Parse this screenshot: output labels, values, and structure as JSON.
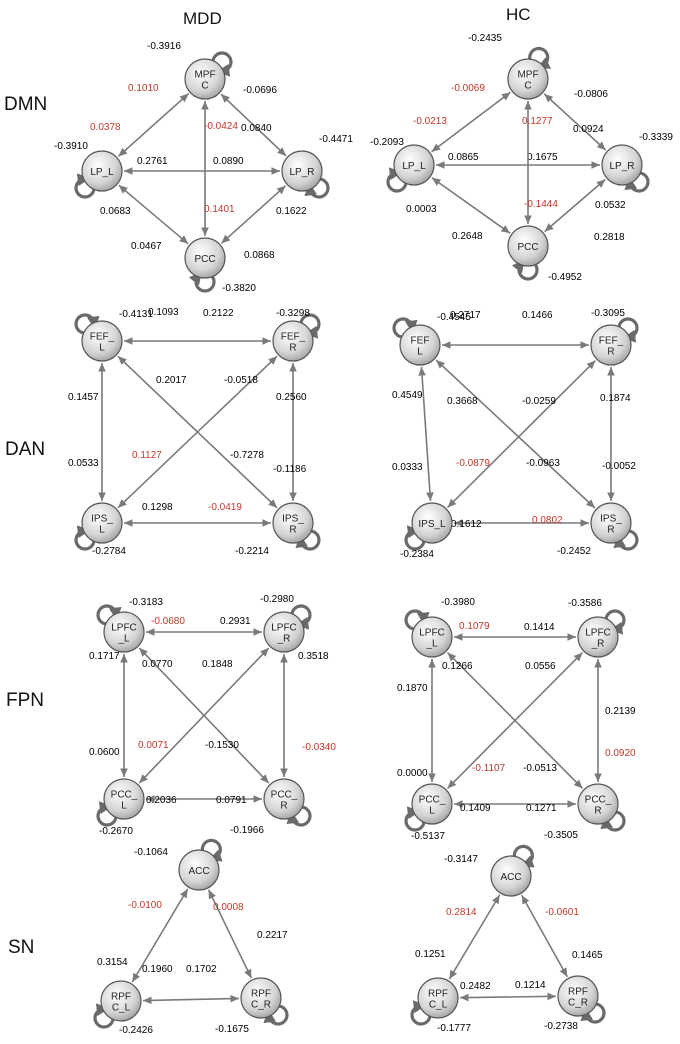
{
  "colors": {
    "positive_highlight": "#c0392b",
    "normal": "#000000",
    "edge": "#7a7a7a",
    "node_fill": "#d9d9d9"
  },
  "groups": {
    "left": "MDD",
    "right": "HC"
  },
  "networks": [
    {
      "name": "DMN",
      "panels": [
        {
          "group": "MDD",
          "nodes": [
            {
              "id": "MPFC",
              "lines": [
                "MPF",
                "C"
              ],
              "self": "-0.3916"
            },
            {
              "id": "LPL",
              "lines": [
                "LP_L"
              ],
              "self": "-0.3910"
            },
            {
              "id": "LPR",
              "lines": [
                "LP_R"
              ],
              "self": "-0.4471"
            },
            {
              "id": "PCC",
              "lines": [
                "PCC"
              ],
              "self": "-0.3820"
            }
          ],
          "edges": [
            {
              "a": "LPL",
              "b": "MPFC",
              "ab": "0.0378",
              "ab_red": true,
              "ba": "0.1010",
              "ba_red": true
            },
            {
              "a": "MPFC",
              "b": "LPR",
              "ab": "-0.0696",
              "ba": "0.0840"
            },
            {
              "a": "LPL",
              "b": "LPR",
              "ab": "0.2761",
              "ba": "0.0890"
            },
            {
              "a": "MPFC",
              "b": "PCC",
              "ab": "-0.0424",
              "ab_red": true,
              "ba": "0.1401",
              "ba_red": true
            },
            {
              "a": "LPL",
              "b": "PCC",
              "ab": "0.0683",
              "ba": "0.0467"
            },
            {
              "a": "LPR",
              "b": "PCC",
              "ab": "0.1622",
              "ba": "0.0868"
            }
          ]
        },
        {
          "group": "HC",
          "nodes": [
            {
              "id": "MPFC",
              "lines": [
                "MPF",
                "C"
              ],
              "self": "-0.2435"
            },
            {
              "id": "LPL",
              "lines": [
                "LP_L"
              ],
              "self": "-0.2093"
            },
            {
              "id": "LPR",
              "lines": [
                "LP_R"
              ],
              "self": "-0.3339"
            },
            {
              "id": "PCC",
              "lines": [
                "PCC"
              ],
              "self": "-0.4952"
            }
          ],
          "edges": [
            {
              "a": "LPL",
              "b": "MPFC",
              "ab": "-0.0213",
              "ab_red": true,
              "ba": "-0.0069",
              "ba_red": true
            },
            {
              "a": "MPFC",
              "b": "LPR",
              "ab": "-0.0806",
              "ba": "0.0924"
            },
            {
              "a": "LPL",
              "b": "LPR",
              "ab": "0.0865",
              "ba": "0.1675"
            },
            {
              "a": "MPFC",
              "b": "PCC",
              "ab": "0.1277",
              "ab_red": true,
              "ba": "-0.1444",
              "ba_red": true
            },
            {
              "a": "LPL",
              "b": "PCC",
              "ab": "0.0003",
              "ba": "0.2648"
            },
            {
              "a": "LPR",
              "b": "PCC",
              "ab": "0.0532",
              "ba": "0.2818"
            }
          ]
        }
      ]
    },
    {
      "name": "DAN",
      "panels": [
        {
          "group": "MDD",
          "nodes": [
            {
              "id": "TL",
              "lines": [
                "FEF_",
                "L"
              ],
              "self": "-0.4131"
            },
            {
              "id": "TR",
              "lines": [
                "FEF_",
                "R"
              ],
              "self": "-0.3298"
            },
            {
              "id": "BL",
              "lines": [
                "IPS_",
                "L"
              ],
              "self": "-0.2784"
            },
            {
              "id": "BR",
              "lines": [
                "IPS_",
                "R"
              ],
              "self": "-0.2214"
            }
          ],
          "edges": [
            {
              "a": "TL",
              "b": "TR",
              "ab": "0.1093",
              "ba": "0.2122"
            },
            {
              "a": "TL",
              "b": "BL",
              "ab": "0.1457",
              "ba": "0.0533"
            },
            {
              "a": "TR",
              "b": "BR",
              "ab": "0.2560",
              "ba": "-0.1186"
            },
            {
              "a": "BL",
              "b": "BR",
              "ab": "0.1298",
              "ba": "-0.0419",
              "ba_red": true
            },
            {
              "a": "TL",
              "b": "BR",
              "ab": "0.2017",
              "ba": "-0.7278"
            },
            {
              "a": "TR",
              "b": "BL",
              "ab": "-0.0518",
              "ba": "0.1127",
              "ba_red": true
            }
          ]
        },
        {
          "group": "HC",
          "nodes": [
            {
              "id": "TL",
              "lines": [
                "FEF",
                "L"
              ],
              "self": "-0.4545"
            },
            {
              "id": "TR",
              "lines": [
                "FEF_",
                "R"
              ],
              "self": "-0.3095"
            },
            {
              "id": "BL",
              "lines": [
                "IPS_L"
              ],
              "self": "-0.2384"
            },
            {
              "id": "BR",
              "lines": [
                "IPS_",
                "R"
              ],
              "self": "-0.2452"
            }
          ],
          "edges": [
            {
              "a": "TL",
              "b": "TR",
              "ab": "0.2717",
              "ba": "0.1466"
            },
            {
              "a": "TL",
              "b": "BL",
              "ab": "0.4549",
              "ba": "0.0333"
            },
            {
              "a": "TR",
              "b": "BR",
              "ab": "0.1874",
              "ba": "-0.0052"
            },
            {
              "a": "BL",
              "b": "BR",
              "ab": "0.1612",
              "ba": "0.0802",
              "ba_red": true
            },
            {
              "a": "TL",
              "b": "BR",
              "ab": "0.3668",
              "ba": "-0.0963"
            },
            {
              "a": "TR",
              "b": "BL",
              "ab": "-0.0259",
              "ba": "-0.0879",
              "ba_red": true
            }
          ]
        }
      ]
    },
    {
      "name": "FPN",
      "panels": [
        {
          "group": "MDD",
          "nodes": [
            {
              "id": "TL",
              "lines": [
                "LPFC",
                "_L"
              ],
              "self": "-0.3183"
            },
            {
              "id": "TR",
              "lines": [
                "LPFC",
                "_R"
              ],
              "self": "-0.2980"
            },
            {
              "id": "BL",
              "lines": [
                "PCC_",
                "L"
              ],
              "self": "-0.2670"
            },
            {
              "id": "BR",
              "lines": [
                "PCC_",
                "R"
              ],
              "self": "-0.1966"
            }
          ],
          "edges": [
            {
              "a": "TL",
              "b": "TR",
              "ab": "-0.0680",
              "ab_red": true,
              "ba": "0.2931"
            },
            {
              "a": "TL",
              "b": "BL",
              "ab": "0.1717",
              "ba": "0.0600"
            },
            {
              "a": "TR",
              "b": "BR",
              "ab": "0.3518",
              "ba": "-0.0340",
              "ba_red": true
            },
            {
              "a": "BL",
              "b": "BR",
              "ab": "0.2036",
              "ba": "0.0791"
            },
            {
              "a": "TL",
              "b": "BR",
              "ab": "0.0770",
              "ba": "-0.1530"
            },
            {
              "a": "TR",
              "b": "BL",
              "ab": "0.1848",
              "ba": "0.0071",
              "ba_red": true
            }
          ]
        },
        {
          "group": "HC",
          "nodes": [
            {
              "id": "TL",
              "lines": [
                "LPFC",
                "_L"
              ],
              "self": "-0.3980"
            },
            {
              "id": "TR",
              "lines": [
                "LPFC",
                "_R"
              ],
              "self": "-0.3586"
            },
            {
              "id": "BL",
              "lines": [
                "PCC_",
                "L"
              ],
              "self": "-0.5137"
            },
            {
              "id": "BR",
              "lines": [
                "PCC_",
                "R"
              ],
              "self": "-0.3505"
            }
          ],
          "edges": [
            {
              "a": "TL",
              "b": "TR",
              "ab": "0.1079",
              "ab_red": true,
              "ba": "0.1414"
            },
            {
              "a": "TL",
              "b": "BL",
              "ab": "0.1870",
              "ba": "0.0000"
            },
            {
              "a": "TR",
              "b": "BR",
              "ab": "0.2139",
              "ba": "0.0920",
              "ba_red": true
            },
            {
              "a": "BL",
              "b": "BR",
              "ab": "0.1409",
              "ba": "0.1271"
            },
            {
              "a": "TL",
              "b": "BR",
              "ab": "0.1266",
              "ba": "-0.0513"
            },
            {
              "a": "TR",
              "b": "BL",
              "ab": "0.0556",
              "ba": "-0.1107",
              "ba_red": true
            }
          ]
        }
      ]
    },
    {
      "name": "SN",
      "panels": [
        {
          "group": "MDD",
          "nodes": [
            {
              "id": "ACC",
              "lines": [
                "ACC"
              ],
              "self": "-0.1064"
            },
            {
              "id": "L",
              "lines": [
                "RPF",
                "C_L"
              ],
              "self": "-0.2426"
            },
            {
              "id": "R",
              "lines": [
                "RPF",
                "C_R"
              ],
              "self": "-0.1675"
            }
          ],
          "edges": [
            {
              "a": "L",
              "b": "ACC",
              "ab": "0.3154",
              "ba": "-0.0100",
              "ba_red": true
            },
            {
              "a": "ACC",
              "b": "R",
              "ab": "0.0008",
              "ab_red": true,
              "ba": "0.2217"
            },
            {
              "a": "L",
              "b": "R",
              "ab": "0.1960",
              "ba": "0.1702"
            }
          ]
        },
        {
          "group": "HC",
          "nodes": [
            {
              "id": "ACC",
              "lines": [
                "ACC"
              ],
              "self": "-0.3147"
            },
            {
              "id": "L",
              "lines": [
                "RPF",
                "C_L"
              ],
              "self": "-0.1777"
            },
            {
              "id": "R",
              "lines": [
                "RPF",
                "C_R"
              ],
              "self": "-0.2738"
            }
          ],
          "edges": [
            {
              "a": "L",
              "b": "ACC",
              "ab": "0.1251",
              "ba": "0.2814",
              "ba_red": true
            },
            {
              "a": "ACC",
              "b": "R",
              "ab": "-0.0601",
              "ab_red": true,
              "ba": "0.1465"
            },
            {
              "a": "L",
              "b": "R",
              "ab": "0.2482",
              "ba": "0.1214"
            }
          ]
        }
      ]
    }
  ]
}
